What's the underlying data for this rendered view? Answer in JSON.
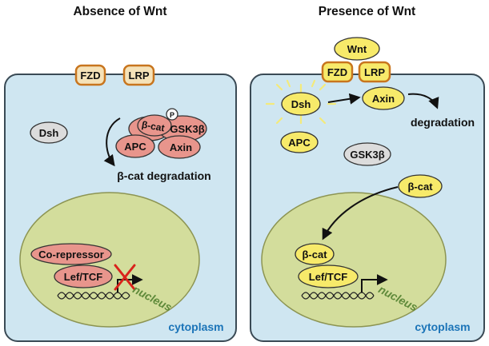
{
  "left_panel": {
    "title": "Absence of Wnt",
    "receptors": {
      "fzd": "FZD",
      "lrp": "LRP"
    },
    "dsh": "Dsh",
    "complex": {
      "phospho": "P",
      "bcat": "β-cat",
      "gsk3b": "GSK3β",
      "apc": "APC",
      "axin": "Axin"
    },
    "degradation_label": "β-cat degradation",
    "nucleus": {
      "corepressor": "Co-repressor",
      "leftcf": "Lef/TCF",
      "label": "nucleus"
    },
    "cytoplasm_label": "cytoplasm"
  },
  "right_panel": {
    "title": "Presence of Wnt",
    "wnt": "Wnt",
    "receptors": {
      "fzd": "FZD",
      "lrp": "LRP"
    },
    "dsh": "Dsh",
    "axin": "Axin",
    "degradation_label": "degradation",
    "apc": "APC",
    "gsk3b": "GSK3β",
    "bcat": "β-cat",
    "nucleus": {
      "bcat": "β-cat",
      "leftcf": "Lef/TCF",
      "label": "nucleus"
    },
    "cytoplasm_label": "cytoplasm"
  },
  "colors": {
    "cell_fill": "#cfe6f1",
    "cell_stroke": "#3a4a55",
    "nucleus_fill": "#d3dd9c",
    "nucleus_stroke": "#8c9452",
    "protein_red": "#e8958c",
    "protein_yellow": "#f7ea6a",
    "protein_gray": "#dcdcdc",
    "receptor_fill": "#f5e2b8",
    "receptor_stroke": "#c8751e",
    "cytoplasm_text": "#1b74b8",
    "nucleus_text": "#5f8a3a",
    "cross": "#d9231b"
  }
}
